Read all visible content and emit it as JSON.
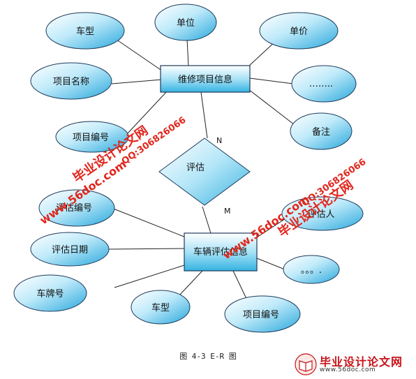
{
  "diagram": {
    "entities": [
      {
        "id": "repair",
        "label": "维修项目信息"
      },
      {
        "id": "eval",
        "label": "车辆评估信息"
      }
    ],
    "relationship": {
      "label": "评估",
      "card_top": "N",
      "card_bottom": "M"
    },
    "attributes": [
      {
        "id": "a1",
        "label": "车型",
        "entity": "repair"
      },
      {
        "id": "a2",
        "label": "单位",
        "entity": "repair"
      },
      {
        "id": "a3",
        "label": "单价",
        "entity": "repair"
      },
      {
        "id": "a4",
        "label": "项目名称",
        "entity": "repair"
      },
      {
        "id": "a5",
        "label": "……..",
        "entity": "repair"
      },
      {
        "id": "a6",
        "label": "项目编号",
        "entity": "repair"
      },
      {
        "id": "a7",
        "label": "备注",
        "entity": "repair"
      },
      {
        "id": "b1",
        "label": "评估编号",
        "entity": "eval"
      },
      {
        "id": "b2",
        "label": "评估人",
        "entity": "eval"
      },
      {
        "id": "b3",
        "label": "评估日期",
        "entity": "eval"
      },
      {
        "id": "b4",
        "label": "。。。.",
        "entity": "eval"
      },
      {
        "id": "b5",
        "label": "车牌号",
        "entity": "eval"
      },
      {
        "id": "b6",
        "label": "车型",
        "entity": "eval"
      },
      {
        "id": "b7",
        "label": "项目编号",
        "entity": "eval"
      }
    ],
    "caption": "图 4-3 E-R 图"
  },
  "watermarks": {
    "site_cn": "毕业设计论文网",
    "url": "www.56doc.com",
    "qq": "QQ:306826066"
  },
  "brand": {
    "title": "毕业设计论文网",
    "url": "www.56doc.com"
  },
  "colors": {
    "shape_fill_light": "#ffffff",
    "shape_fill_mid": "#9fe0f6",
    "shape_fill_dark": "#2fb0e0",
    "stroke": "#1f3a5a",
    "line": "#222222",
    "watermark": "#e1261c"
  }
}
